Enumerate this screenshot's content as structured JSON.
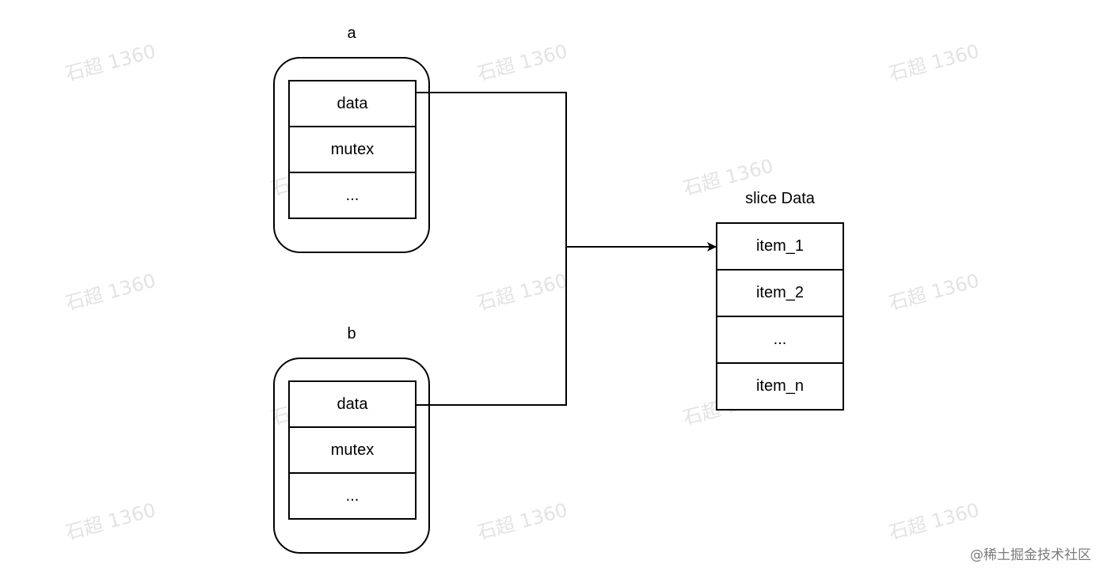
{
  "watermark_text": "石超 1360",
  "structs": {
    "a": {
      "label": "a",
      "fields": [
        "data",
        "mutex",
        "..."
      ]
    },
    "b": {
      "label": "b",
      "fields": [
        "data",
        "mutex",
        "..."
      ]
    }
  },
  "slice": {
    "label": "slice Data",
    "items": [
      "item_1",
      "item_2",
      "...",
      "item_n"
    ]
  },
  "footer": {
    "credit": "@稀土掘金技术社区"
  }
}
